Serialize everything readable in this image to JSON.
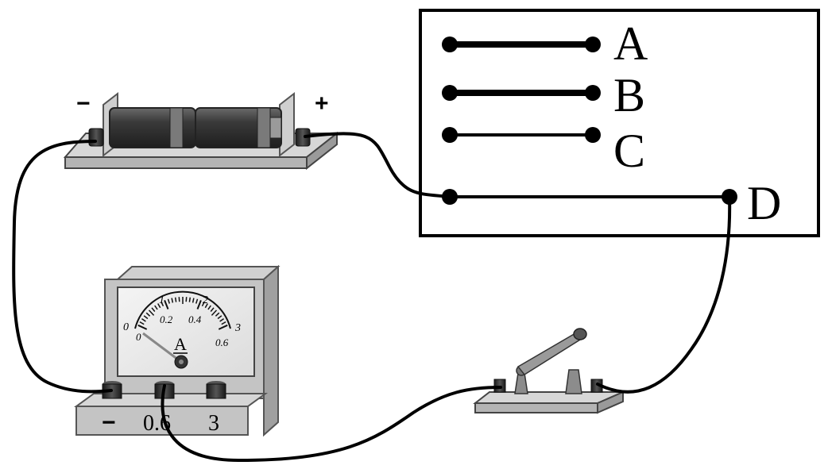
{
  "battery": {
    "negative_label": "−",
    "positive_label": "+"
  },
  "board": {
    "wires": [
      {
        "label": "A",
        "thickness": "thick"
      },
      {
        "label": "B",
        "thickness": "thick"
      },
      {
        "label": "C",
        "thickness": "thin"
      },
      {
        "label": "D",
        "thickness": "thin"
      }
    ]
  },
  "ammeter": {
    "symbol": "A",
    "scale_top": [
      "0",
      "1",
      "2",
      "3"
    ],
    "scale_bottom": [
      "0",
      "0.2",
      "0.4",
      "0.6"
    ],
    "terminals": {
      "negative": "−",
      "low_range": "0.6",
      "high_range": "3"
    }
  },
  "colors": {
    "wire": "#000000",
    "device_gray": "#bdbdbd",
    "battery_dark": "#3c3c3c"
  }
}
